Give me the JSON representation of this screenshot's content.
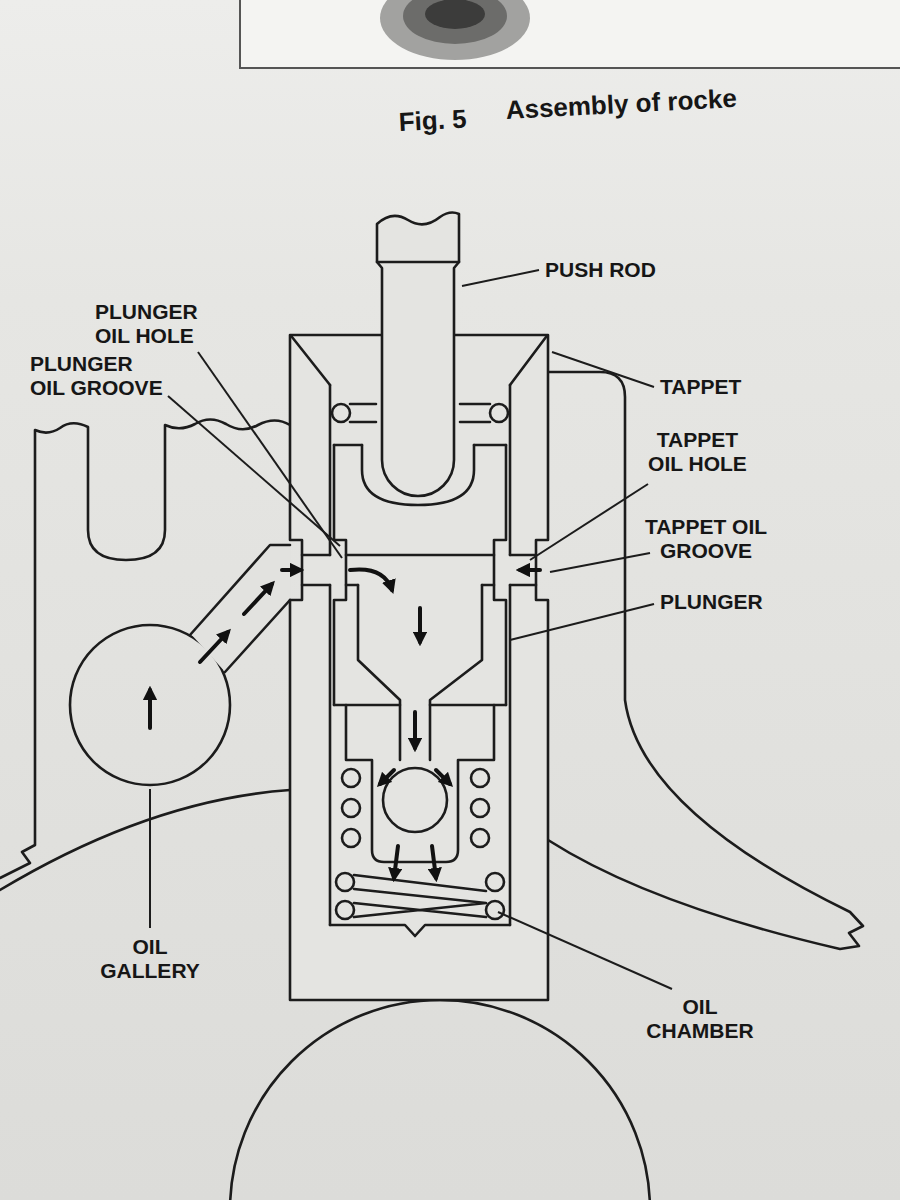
{
  "diagram": {
    "labels": [
      "Fig. 5",
      "Assembly of rocke",
      "PUSH ROD",
      "PLUNGER OIL HOLE",
      "PLUNGER OIL GROOVE",
      "TAPPET",
      "TAPPET OIL HOLE",
      "TAPPET OIL GROOVE",
      "PLUNGER",
      "OIL GALLERY",
      "OIL CHAMBER"
    ]
  }
}
